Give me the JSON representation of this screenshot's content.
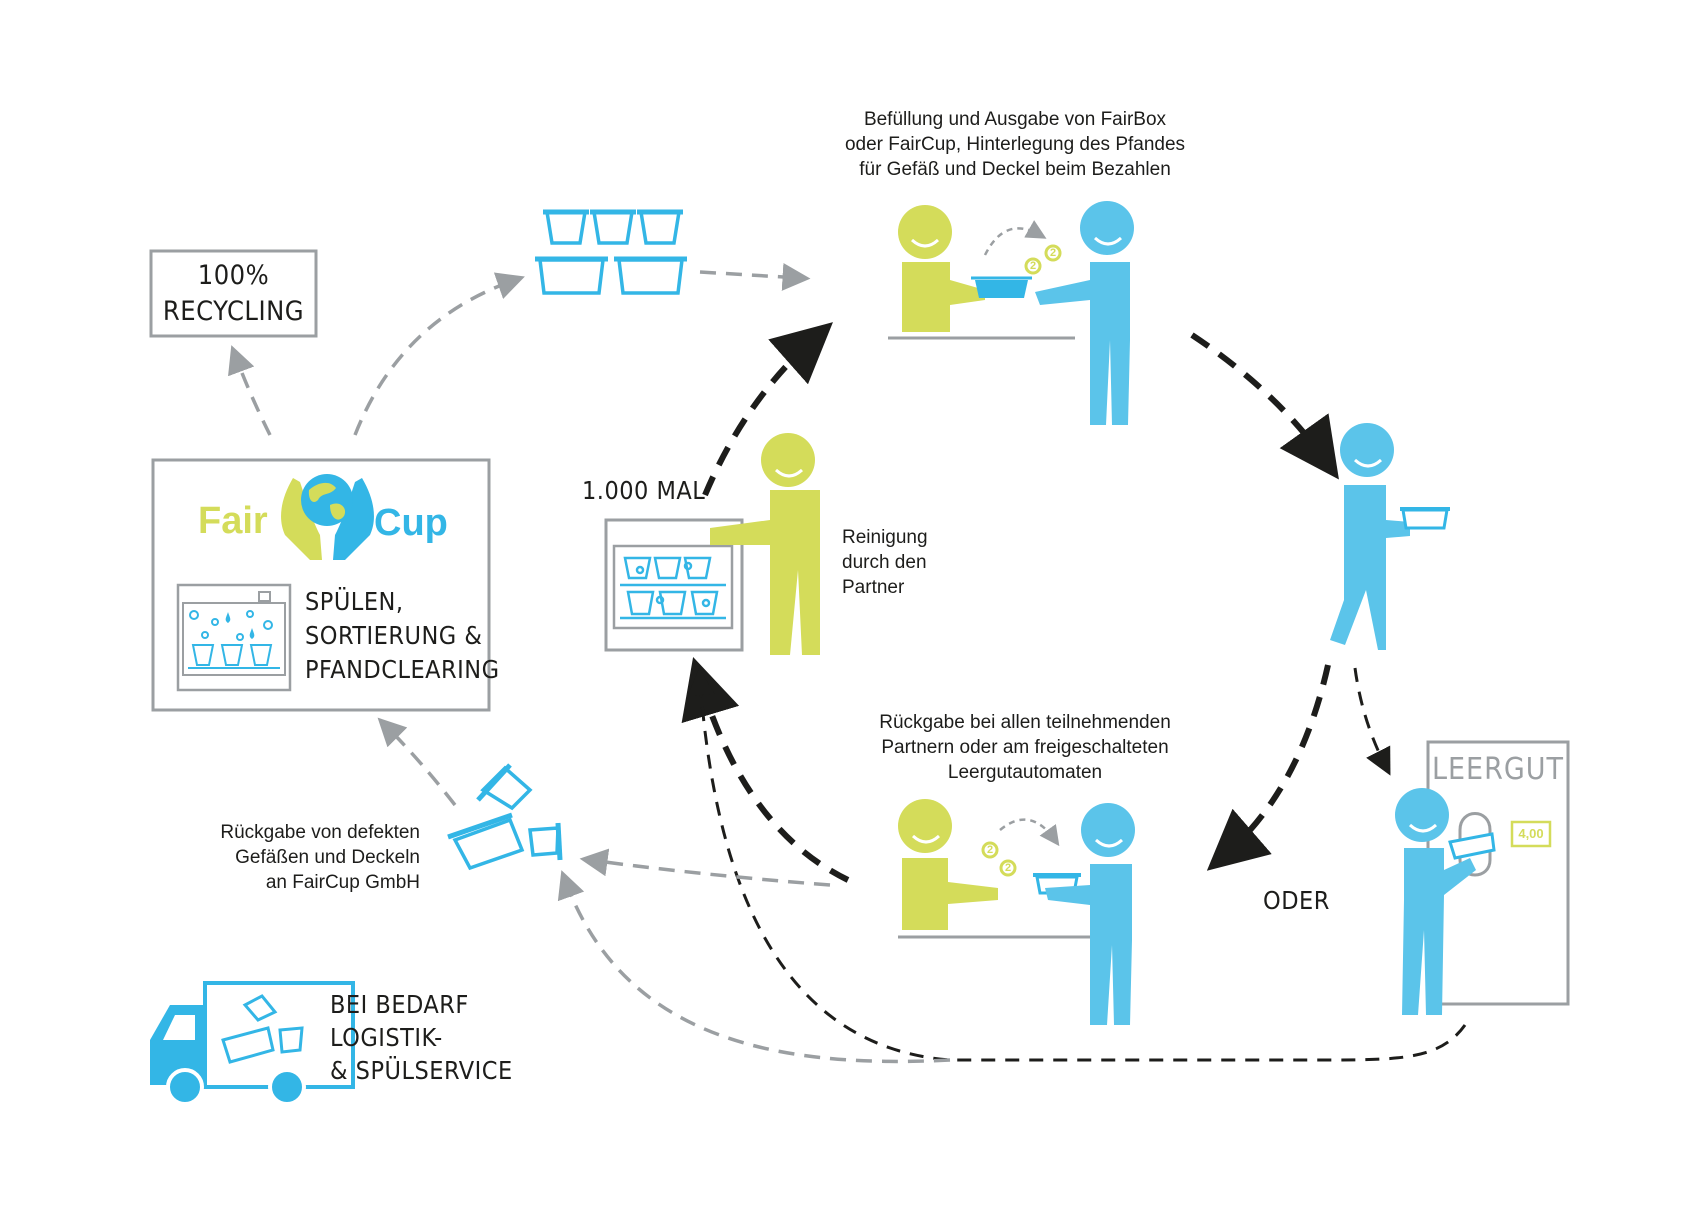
{
  "logo": {
    "word_left": "Fair",
    "word_right": "Cup"
  },
  "captions": {
    "top": [
      "Befüllung und Ausgabe von FairBox",
      "oder FairCup, Hinterlegung des Pfandes",
      "für Gefäß und Deckel beim Bezahlen"
    ],
    "cleaning": [
      "Reinigung",
      "durch den",
      "Partner"
    ],
    "return_partner": [
      "Rückgabe bei allen teilnehmenden",
      "Partnern oder am freigeschalteten",
      "Leergutautomaten"
    ],
    "defect": [
      "Rückgabe von defekten",
      "Gefäßen und Deckeln",
      "an FairCup GmbH"
    ],
    "recycling": [
      "100%",
      "RECYCLING"
    ],
    "washing": [
      "SPÜLEN,",
      "SORTIERUNG &",
      "PFANDCLEARING"
    ],
    "times": "1.000 MAL",
    "oder": "ODER",
    "logistics": [
      "BEI BEDARF",
      "LOGISTIK-",
      "& SPÜLSERVICE"
    ],
    "machine_title": "LEERGUT",
    "machine_display": "4,00"
  },
  "coins": {
    "label": "2"
  },
  "colors": {
    "green": "#d4dc5a",
    "blue": "#5bc4ea",
    "cyan": "#33b6e6",
    "gray": "#9b9fa2",
    "black": "#1d1d1b"
  }
}
